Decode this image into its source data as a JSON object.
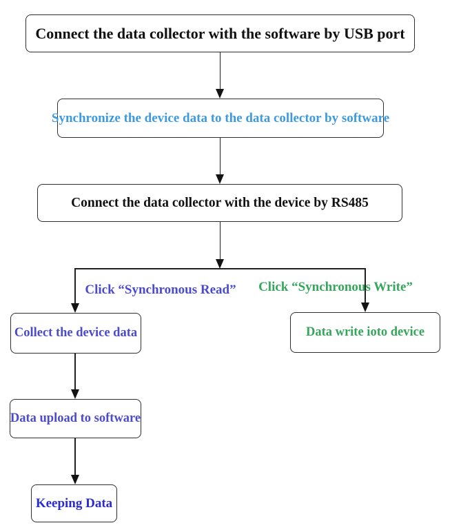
{
  "page": {
    "background": "#ffffff",
    "line_color": "#1f1f1f",
    "box_border_color": "#2d2d2d"
  },
  "diagram": {
    "type": "flowchart",
    "nodes": [
      {
        "id": "usb-port",
        "label": "Connect the data collector with the software by USB port",
        "color": "#111111"
      },
      {
        "id": "synchronize",
        "label": "Synchronize the device data to the data collector by software",
        "color": "#3E9ADE"
      },
      {
        "id": "rs485",
        "label": "Connect the data collector with the device by RS485",
        "color": "#111111"
      },
      {
        "id": "collect",
        "label": "Collect the device data",
        "color": "#4B4BCE"
      },
      {
        "id": "data-write",
        "label": "Data write ioto device",
        "color": "#35A65C"
      },
      {
        "id": "upload",
        "label": "Data upload to software",
        "color": "#4B4BCE"
      },
      {
        "id": "keeping",
        "label": "Keeping Data",
        "color": "#2B2BD5"
      }
    ],
    "edge_labels": [
      {
        "text": "Click “Synchronous Read”",
        "color": "#4B4BCE"
      },
      {
        "text": "Click “Synchronous Write”",
        "color": "#35A65C"
      }
    ],
    "edges": [
      {
        "from": "usb-port",
        "to": "synchronize"
      },
      {
        "from": "synchronize",
        "to": "rs485"
      },
      {
        "from": "rs485",
        "to": "collect",
        "label": "Click “Synchronous Read”"
      },
      {
        "from": "rs485",
        "to": "data-write",
        "label": "Click “Synchronous Write”"
      },
      {
        "from": "collect",
        "to": "upload"
      },
      {
        "from": "upload",
        "to": "keeping"
      }
    ]
  }
}
